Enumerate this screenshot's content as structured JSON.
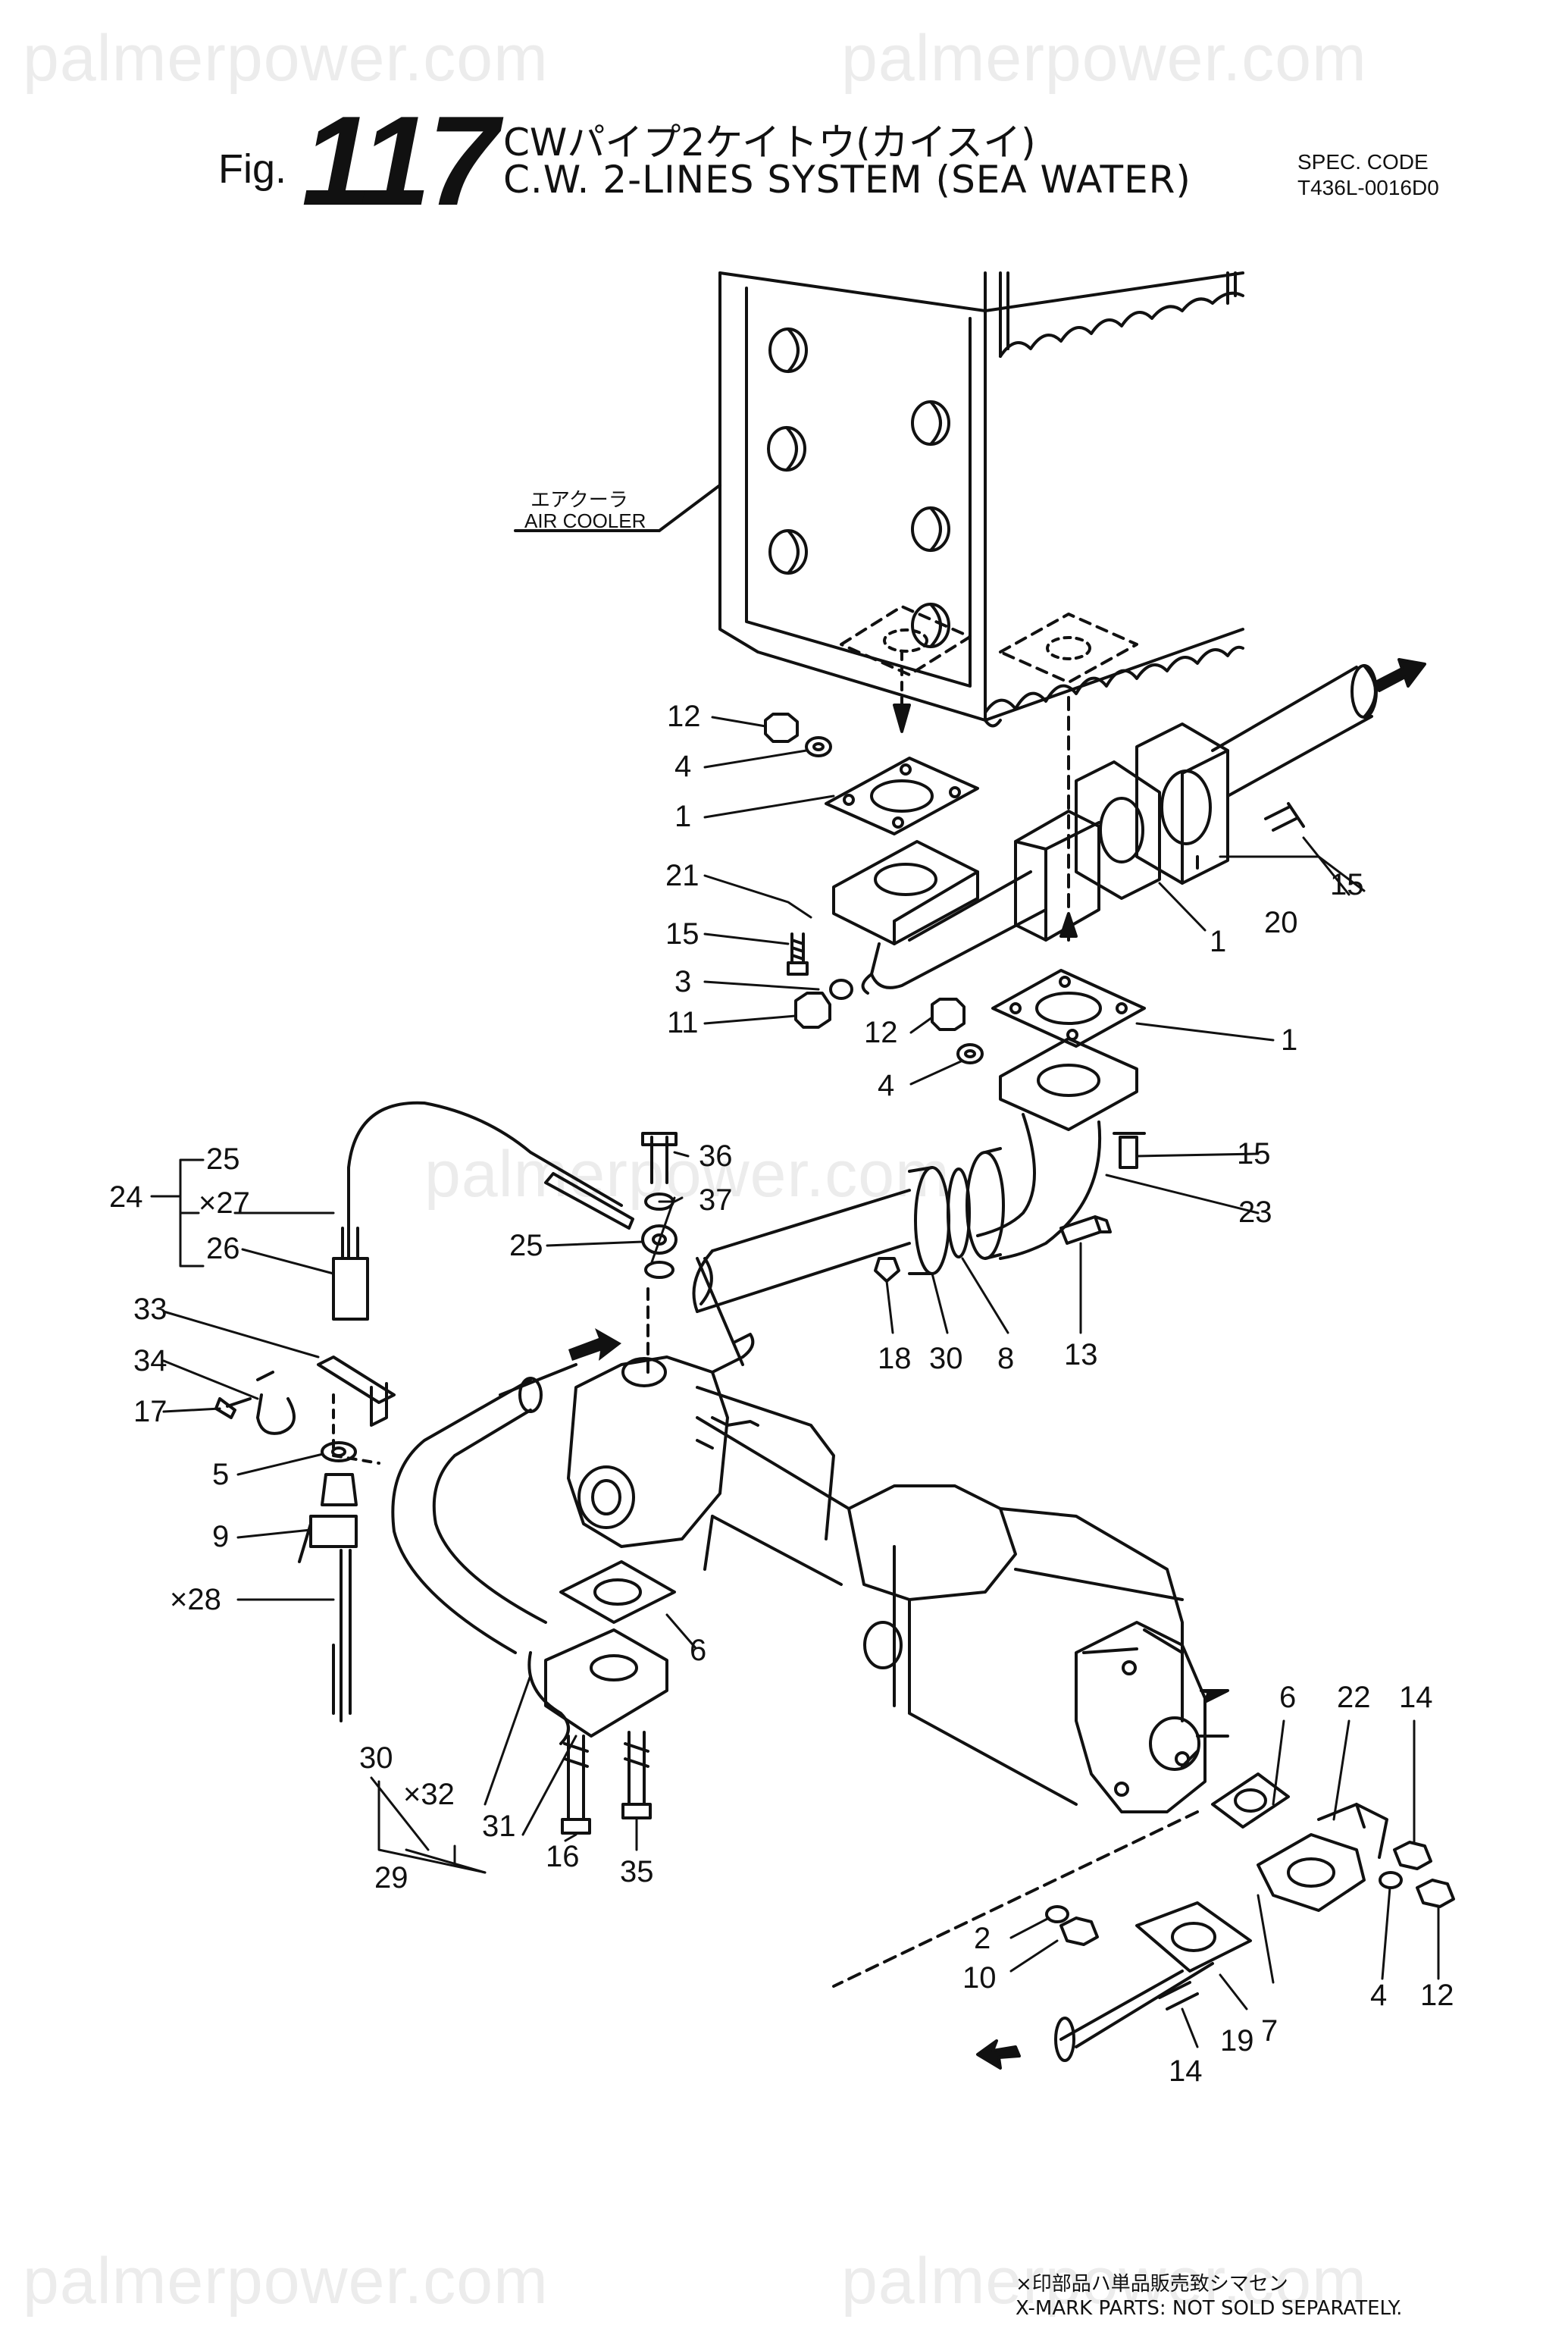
{
  "watermark": "palmerpower.com",
  "header": {
    "fig_label": "Fig.",
    "fig_number": "117",
    "title_jp": "CWパイプ2ケイトウ(カイスイ)",
    "title_en": "C.W. 2-LINES SYSTEM (SEA WATER)",
    "spec_label": "SPEC. CODE",
    "spec_code": "T436L-0016D0"
  },
  "component_label": {
    "jp": "エアクーラ",
    "en": "AIR COOLER"
  },
  "group_labels": {
    "g24": {
      "parent": "24",
      "children": [
        "25",
        "×27",
        "26"
      ]
    },
    "g30": {
      "top": "30",
      "mid": "×32",
      "right": "31",
      "bottom": "29"
    }
  },
  "callouts": [
    "12",
    "4",
    "1",
    "21",
    "15",
    "3",
    "11",
    "12",
    "4",
    "1",
    "1",
    "20",
    "15",
    "15",
    "23",
    "13",
    "8",
    "30",
    "18",
    "36",
    "37",
    "25",
    "33",
    "34",
    "17",
    "5",
    "9",
    "×28",
    "6",
    "16",
    "35",
    "2",
    "10",
    "14",
    "19",
    "7",
    "4",
    "12",
    "14",
    "22",
    "6"
  ],
  "footer": {
    "jp": "×印部品ハ単品販売致シマセン",
    "en": "X-MARK PARTS: NOT SOLD SEPARATELY."
  },
  "colors": {
    "ink": "#111111",
    "watermark": "#ececec",
    "background": "#ffffff"
  }
}
